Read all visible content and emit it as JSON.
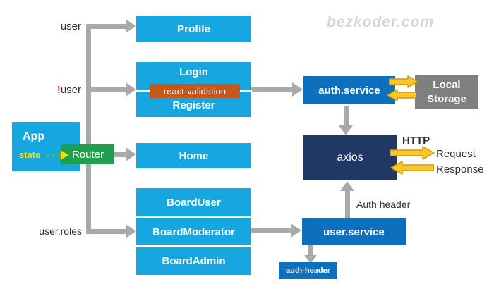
{
  "watermark": "bezkoder.com",
  "colors": {
    "cyan": "#17A7E0",
    "blue": "#0C70BE",
    "navy": "#1F3864",
    "graybox": "#7F7F7F",
    "green": "#1FA04C",
    "orange": "#C4571A",
    "arrowgray": "#A9A9A9",
    "yellowfill": "#FAC62E",
    "yellowstroke": "#D49B00",
    "stategreen": "#3FC160",
    "stateyellow": "#FFDC00",
    "bangred": "#E8212E",
    "labeltext": "#303030",
    "watermarkgray": "#D6D6D6"
  },
  "nodes": {
    "app": {
      "title": "App",
      "state": "state"
    },
    "router": {
      "label": "Router"
    },
    "profile": {
      "label": "Profile"
    },
    "auth_pages": {
      "login": "Login",
      "validation": "react-validation",
      "register": "Register"
    },
    "home": {
      "label": "Home"
    },
    "boards": {
      "user": "BoardUser",
      "moderator": "BoardModerator",
      "admin": "BoardAdmin"
    },
    "auth_service": {
      "label": "auth.service"
    },
    "local_storage": {
      "line1": "Local",
      "line2": "Storage"
    },
    "axios": {
      "label": "axios"
    },
    "user_service": {
      "label": "user.service"
    },
    "auth_header": {
      "label": "auth-header"
    }
  },
  "edge_labels": {
    "user": "user",
    "not_user": {
      "bang": "!",
      "rest": "user"
    },
    "user_roles": "user.roles",
    "auth_header": "Auth header",
    "http": "HTTP",
    "request": "Request",
    "response": "Response"
  }
}
